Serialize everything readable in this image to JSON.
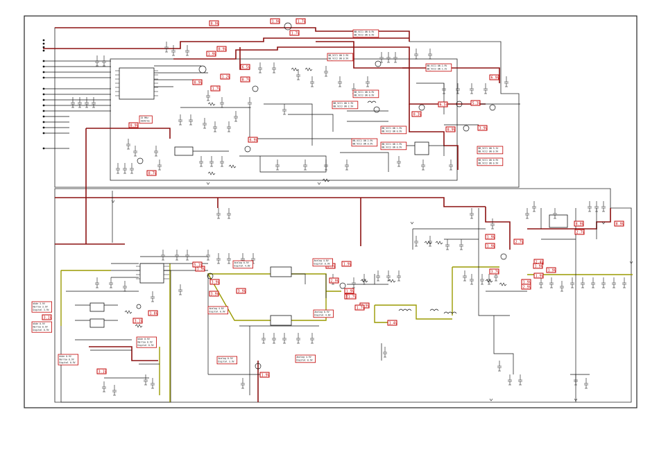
{
  "schematic": {
    "colors": {
      "wire": "#111111",
      "supply_rail": "#8b1010",
      "ground_rail": "#9a9a00",
      "label_border": "#c00000",
      "frame": "#222222"
    },
    "voltage_labels": [
      {
        "id": "v01",
        "text": "8.9V"
      },
      {
        "id": "v02",
        "text": "1.9V"
      },
      {
        "id": "v03",
        "text": "1.7V"
      },
      {
        "id": "v04",
        "text": "1.7V"
      },
      {
        "id": "v05",
        "text": "8.9V"
      },
      {
        "id": "v06",
        "text": "1.9V"
      },
      {
        "id": "v07",
        "text": "6.5V"
      },
      {
        "id": "v08",
        "text": "1.2V"
      },
      {
        "id": "v09",
        "text": "8.9V"
      },
      {
        "id": "v10",
        "text": "8.7V"
      },
      {
        "id": "v11",
        "text": "1.7V"
      },
      {
        "id": "v12",
        "text": "6.9V"
      },
      {
        "id": "v13",
        "text": "6.5V"
      },
      {
        "id": "v14",
        "text": "5.3V"
      },
      {
        "id": "v15",
        "text": "0.3V"
      },
      {
        "id": "v16",
        "text": "3.9V"
      },
      {
        "id": "v17",
        "text": "8.9V"
      },
      {
        "id": "v18",
        "text": "6.9V"
      },
      {
        "id": "v19",
        "text": "8.9V"
      },
      {
        "id": "v20",
        "text": "8.7V"
      },
      {
        "id": "v21",
        "text": "8.9V"
      },
      {
        "id": "v22",
        "text": "8.9V"
      },
      {
        "id": "v23",
        "text": "2.7V"
      },
      {
        "id": "v24",
        "text": "1.9V"
      },
      {
        "id": "v25",
        "text": "1.9V"
      },
      {
        "id": "v26",
        "text": "2.7V"
      },
      {
        "id": "v27",
        "text": "2.4V"
      },
      {
        "id": "v28",
        "text": "1.9V"
      },
      {
        "id": "v29",
        "text": "1.9V"
      },
      {
        "id": "v30",
        "text": "1.9V"
      },
      {
        "id": "v31",
        "text": "1.9V"
      },
      {
        "id": "v32",
        "text": "3.9V"
      },
      {
        "id": "v33",
        "text": "3.9V"
      },
      {
        "id": "v34",
        "text": "1.9V"
      },
      {
        "id": "v35",
        "text": "2.9V"
      },
      {
        "id": "v36",
        "text": "1.9V"
      },
      {
        "id": "v37",
        "text": "5.9V"
      },
      {
        "id": "v38",
        "text": "1.9V"
      },
      {
        "id": "v39",
        "text": "3.1V"
      },
      {
        "id": "v40",
        "text": "3.1V"
      },
      {
        "id": "v41",
        "text": "3.1V"
      },
      {
        "id": "v42",
        "text": "1.9V"
      },
      {
        "id": "v43",
        "text": "1.4V"
      },
      {
        "id": "v44",
        "text": "1.8V"
      },
      {
        "id": "v45",
        "text": "1.9V"
      },
      {
        "id": "v46",
        "text": "3.7V"
      },
      {
        "id": "v47",
        "text": "3.9V"
      },
      {
        "id": "v48",
        "text": "1.7V"
      },
      {
        "id": "v49",
        "text": "8.9V"
      },
      {
        "id": "v50",
        "text": "1.7V"
      },
      {
        "id": "v51",
        "text": "2.9V"
      },
      {
        "id": "v52",
        "text": "5.1V"
      }
    ],
    "mode_tables": [
      {
        "id": "t01",
        "lines": [
          "BB_VCC1 ON  0.9V",
          "BB_VCC2 ON  0.9V"
        ]
      },
      {
        "id": "t02",
        "lines": [
          "BB_VCC1 ON  2.9V",
          "BB_VCC2 ON  0.9V"
        ]
      },
      {
        "id": "t03",
        "lines": [
          "BB_VCC1 ON  2.9V",
          "BB_VCC2 ON  1.1V"
        ]
      },
      {
        "id": "t04",
        "lines": [
          "BB_VCC1 ON  0.9V",
          "BB_VCC2 ON  0.9V"
        ]
      },
      {
        "id": "t05",
        "lines": [
          "BB_VCC1 ON  2.9V",
          "BB_VCC2 ON  2.9V"
        ]
      },
      {
        "id": "t06",
        "lines": [
          "BB_VCC1 ON  1.9V",
          "BB_VCC2 ON  0.9V"
        ]
      },
      {
        "id": "t07",
        "lines": [
          "BB_VCC1 ON  2.9V",
          "BB_VCC2 ON  0.9V"
        ]
      },
      {
        "id": "t08",
        "lines": [
          "BB_VCC1 ON  2.9V",
          "BB_VCC2 ON  0.9V"
        ]
      },
      {
        "id": "t09",
        "lines": [
          "BB_VCC1 ON  3.1V",
          "BB_VCC2 ON  0.9V"
        ]
      },
      {
        "id": "t10",
        "lines": [
          "BB_VCC1 ON  0.9V",
          "BB_VCC2 ON  0.9V"
        ]
      },
      {
        "id": "t11",
        "lines": [
          "15 MHz",
          "20mVrms"
        ]
      },
      {
        "id": "t12",
        "lines": [
          "Wide    3.9V",
          "Narrow  3.9V",
          "Digital 3.9V"
        ]
      },
      {
        "id": "t13",
        "lines": [
          "Wide    0.9V",
          "Narrow  0.9V",
          "Digital 0.9V"
        ]
      },
      {
        "id": "t14",
        "lines": [
          "Wide    0.9V",
          "Narrow  0.9V",
          "Digital 0.9V"
        ]
      },
      {
        "id": "t15",
        "lines": [
          "Wide    0.9V",
          "Narrow  0.9V",
          "Digital 0.9V"
        ]
      },
      {
        "id": "t16",
        "lines": [
          "Analog  4.8V",
          "Digital 0.9V"
        ]
      },
      {
        "id": "t17",
        "lines": [
          "Analog  0.9V",
          "Digital 4.8V"
        ]
      },
      {
        "id": "t18",
        "lines": [
          "Analog  4.8V",
          "Digital 0.9V"
        ]
      },
      {
        "id": "t19",
        "lines": [
          "Analog  0.9V",
          "Digital 4.8V"
        ]
      },
      {
        "id": "t20",
        "lines": [
          "Analog  0.9V",
          "Digital 3.9V"
        ]
      },
      {
        "id": "t21",
        "lines": [
          "Analog  4.9V",
          "Digital 0.9V"
        ]
      }
    ]
  }
}
